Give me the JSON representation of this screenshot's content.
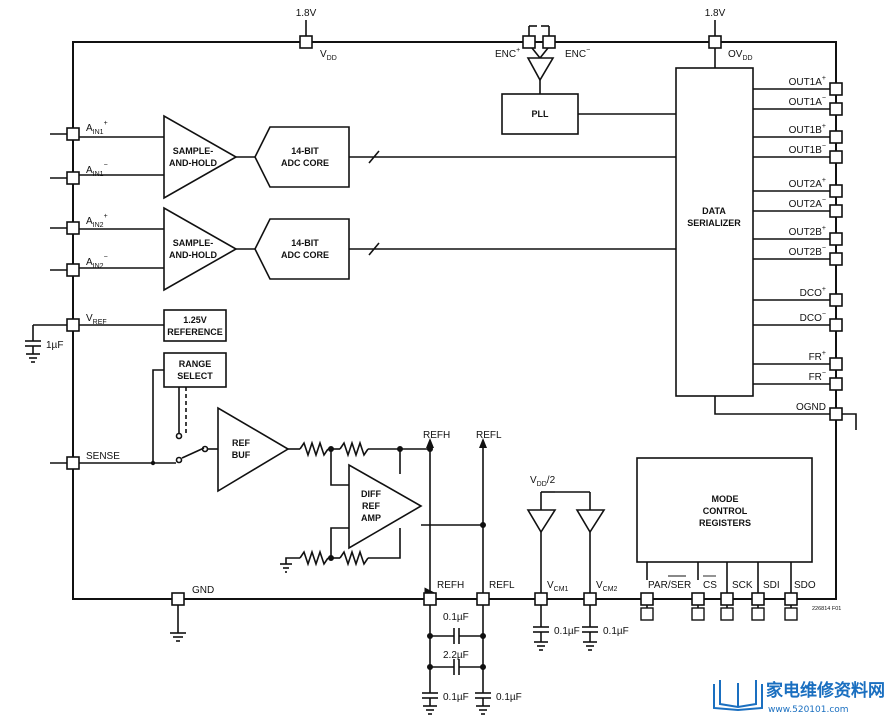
{
  "supplies": {
    "vdd_volts": "1.8V",
    "vdd": "V",
    "vdd_sub": "DD",
    "ovdd_volts": "1.8V",
    "ovdd": "OV",
    "ovdd_sub": "DD"
  },
  "encode": {
    "pos": "ENC",
    "pos_sup": "+",
    "neg": "ENC",
    "neg_sup": "−"
  },
  "blocks": {
    "pll": "PLL",
    "serializer": [
      "DATA",
      "SERIALIZER"
    ],
    "sample_hold_1": [
      "SAMPLE-",
      "AND-HOLD"
    ],
    "sample_hold_2": [
      "SAMPLE-",
      "AND-HOLD"
    ],
    "adc_core_1": [
      "14-BIT",
      "ADC CORE"
    ],
    "adc_core_2": [
      "14-BIT",
      "ADC CORE"
    ],
    "reference": [
      "1.25V",
      "REFERENCE"
    ],
    "range_select": [
      "RANGE",
      "SELECT"
    ],
    "ref_buf": [
      "REF",
      "BUF"
    ],
    "diff_ref_amp": [
      "DIFF",
      "REF",
      "AMP"
    ],
    "mode_control": [
      "MODE",
      "CONTROL",
      "REGISTERS"
    ]
  },
  "inputs": {
    "ain1p": {
      "main": "A",
      "sub": "IN1",
      "sup": "+"
    },
    "ain1n": {
      "main": "A",
      "sub": "IN1",
      "sup": "−"
    },
    "ain2p": {
      "main": "A",
      "sub": "IN2",
      "sup": "+"
    },
    "ain2n": {
      "main": "A",
      "sub": "IN2",
      "sup": "−"
    },
    "vref": {
      "main": "V",
      "sub": "REF"
    },
    "sense": "SENSE",
    "vref_cap": "1µF"
  },
  "outputs": [
    {
      "name": "OUT1A",
      "sup": "+"
    },
    {
      "name": "OUT1A",
      "sup": "−"
    },
    {
      "name": "OUT1B",
      "sup": "+"
    },
    {
      "name": "OUT1B",
      "sup": "−"
    },
    {
      "name": "OUT2A",
      "sup": "+"
    },
    {
      "name": "OUT2A",
      "sup": "−"
    },
    {
      "name": "OUT2B",
      "sup": "+"
    },
    {
      "name": "OUT2B",
      "sup": "−"
    },
    {
      "name": "DCO",
      "sup": "+"
    },
    {
      "name": "DCO",
      "sup": "−"
    },
    {
      "name": "FR",
      "sup": "+"
    },
    {
      "name": "FR",
      "sup": "−"
    },
    {
      "name": "OGND",
      "sup": ""
    }
  ],
  "ref_pins": {
    "refh_top": "REFH",
    "refl_top": "REFL",
    "refh": "REFH",
    "refl": "REFL"
  },
  "vcm": {
    "vdd_half": "V",
    "vdd_half_sub": "DD",
    "vdd_half_suffix": "/2",
    "vcm1": "V",
    "vcm1_sub": "CM1",
    "vcm2": "V",
    "vcm2_sub": "CM2",
    "cap1": "0.1µF",
    "cap2": "0.1µF"
  },
  "gnd": "GND",
  "ref_caps": {
    "c_top": "0.1µF",
    "c_mid": "2.2µF",
    "c_left": "0.1µF",
    "c_right": "0.1µF"
  },
  "control_pins": {
    "par_ser": "PAR/SER",
    "cs": "CS",
    "sck": "SCK",
    "sdi": "SDI",
    "sdo": "SDO"
  },
  "figure_id": "226814 F01",
  "watermark": {
    "cn": "家电维修资料网",
    "url": "www.520101.com"
  },
  "colors": {
    "line": "#111111",
    "watermark": "#1a6fc0"
  }
}
